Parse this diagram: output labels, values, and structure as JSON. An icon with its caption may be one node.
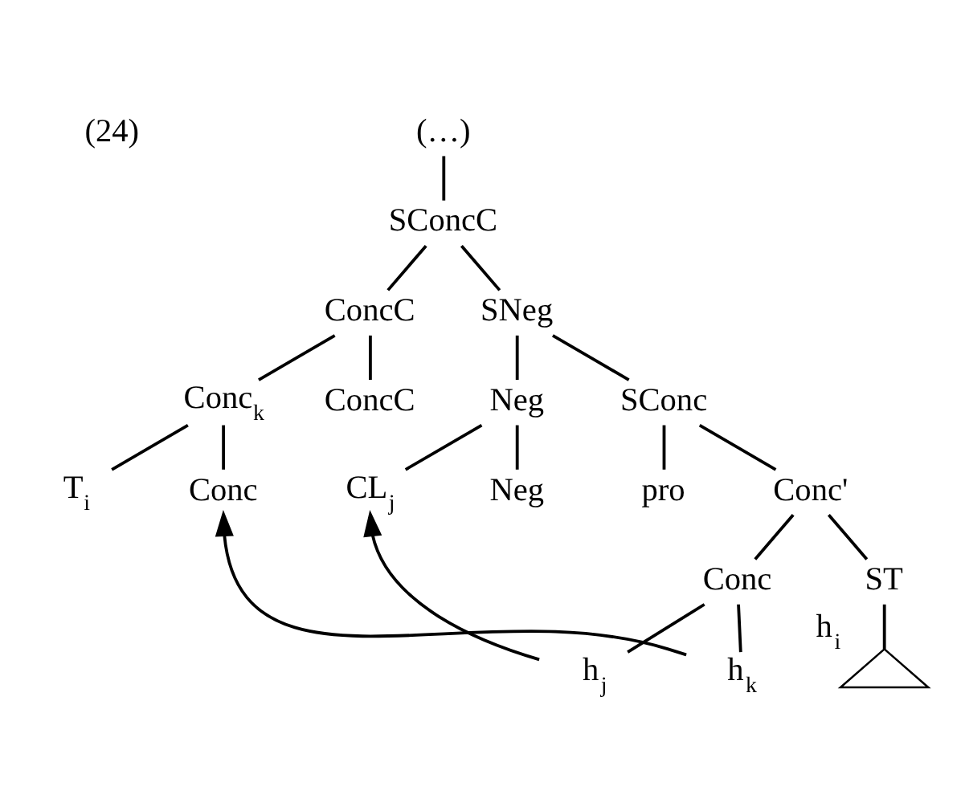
{
  "diagram": {
    "nodes": [
      {
        "text": [
          "(…)"
        ]
      },
      {
        "text": [
          "SConcC"
        ]
      },
      {
        "text": [
          "ConcC"
        ]
      },
      {
        "text": [
          "SNeg"
        ]
      },
      {
        "text": [
          "Conc$_{k}$"
        ]
      },
      {
        "text": [
          "ConcC"
        ]
      },
      {
        "text": [
          "Neg"
        ]
      },
      {
        "text": [
          "SConc"
        ]
      },
      {
        "text": [
          "T$_{i}$"
        ]
      },
      {
        "text": [
          "Conc"
        ]
      },
      {
        "text": [
          "CL$_{j}$"
        ]
      },
      {
        "text": [
          "Neg"
        ]
      },
      {
        "text": [
          "pro"
        ]
      },
      {
        "text": [
          "Conc'"
        ]
      },
      {
        "text": [
          "Conc"
        ]
      },
      {
        "text": [
          "ST"
        ]
      },
      {
        "text": [],
        "shape": "triangle",
        "beside": [
          "h$_{i}$"
        ]
      },
      {
        "text": [
          "h$_{j}$"
        ]
      },
      {
        "text": [
          "h$_{k}$"
        ]
      }
    ],
    "edges": [
      {
        "from": 0,
        "to": 1,
        "arrow": "none"
      },
      {
        "from": 1,
        "to": 2,
        "arrow": "none"
      },
      {
        "from": 1,
        "to": 3,
        "arrow": "none"
      },
      {
        "from": 2,
        "to": 4,
        "arrow": "none"
      },
      {
        "from": 2,
        "to": 5,
        "arrow": "none"
      },
      {
        "from": 3,
        "to": 6,
        "arrow": "none"
      },
      {
        "from": 3,
        "to": 7,
        "arrow": "none"
      },
      {
        "from": 4,
        "to": 8,
        "arrow": "none"
      },
      {
        "from": 4,
        "to": 9,
        "arrow": "none"
      },
      {
        "from": 6,
        "to": 10,
        "arrow": "none"
      },
      {
        "from": 6,
        "to": 11,
        "arrow": "none"
      },
      {
        "from": 7,
        "to": 12,
        "arrow": "none"
      },
      {
        "from": 7,
        "to": 13,
        "arrow": "none"
      },
      {
        "from": 13,
        "to": 14,
        "arrow": "none"
      },
      {
        "from": 13,
        "to": 15,
        "arrow": "none"
      },
      {
        "from": 15,
        "to": 16,
        "arrow": "none"
      },
      {
        "from": 14,
        "to": 17,
        "arrow": "none"
      },
      {
        "from": 14,
        "to": 18,
        "arrow": "none"
      },
      {
        "from": 17,
        "to": 10,
        "arrow": "to"
      },
      {
        "from": 18,
        "to": 9,
        "arrow": "to"
      }
    ],
    "labels": [
      "(24)"
    ]
  }
}
